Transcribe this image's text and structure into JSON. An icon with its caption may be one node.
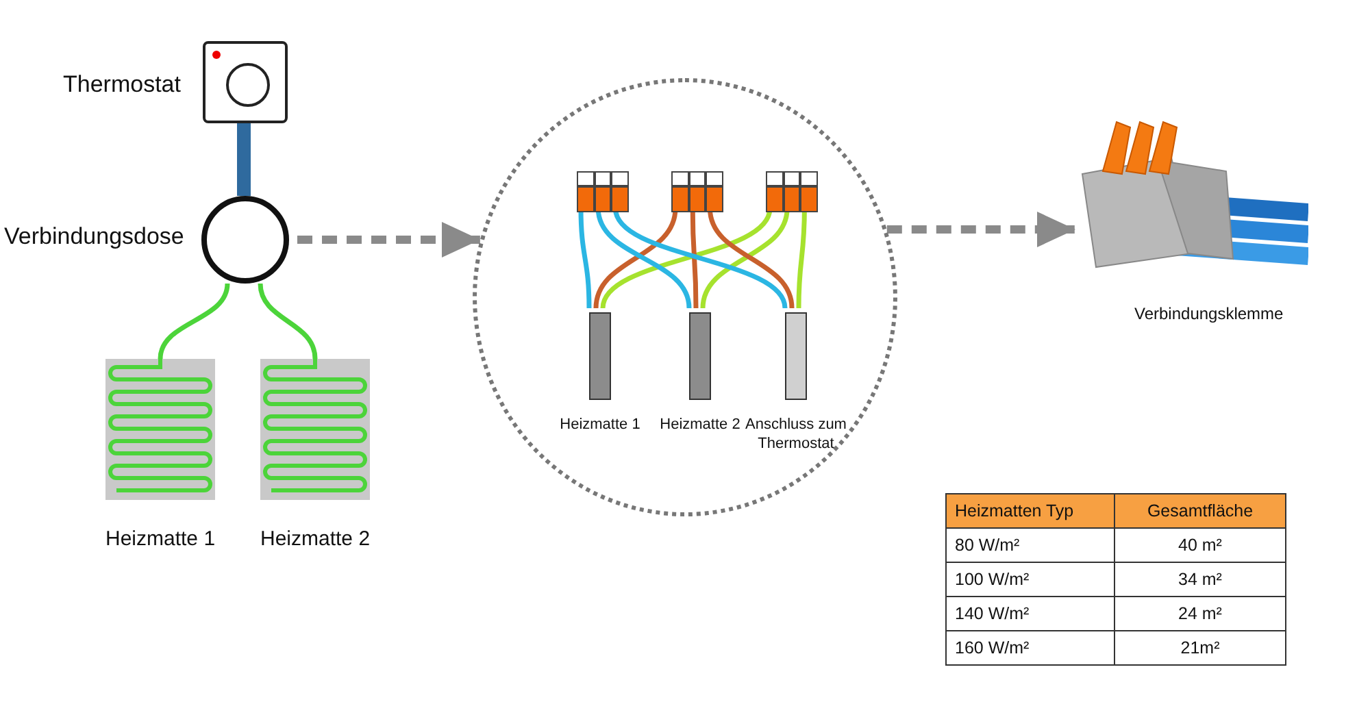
{
  "diagram": {
    "nodes": [
      {
        "text": [
          "Thermostat"
        ]
      },
      {
        "text": [
          "Verbindungsdose"
        ]
      },
      {
        "text": [
          "Heizmatte 1"
        ]
      },
      {
        "text": [
          "Heizmatte 2"
        ]
      },
      {
        "text": [],
        "shape": "circle"
      },
      {
        "text": [],
        "shape": "box",
        "in": 4
      },
      {
        "text": [],
        "shape": "box",
        "in": 4
      },
      {
        "text": [],
        "shape": "box",
        "in": 4
      },
      {
        "text": [
          "Heizmatte 1"
        ],
        "in": 4
      },
      {
        "text": [
          "Heizmatte 2"
        ],
        "in": 4
      },
      {
        "text": [
          "Anschluss zum Thermostat"
        ],
        "in": 4
      },
      {
        "text": [
          "Verbindungsklemme"
        ]
      }
    ],
    "edges": [
      {
        "from": 0,
        "to": 1,
        "arrow": "none",
        "style": "thick",
        "color": "#2f6a9e"
      },
      {
        "from": 1,
        "to": 2,
        "arrow": "none",
        "color": "#4cd43a"
      },
      {
        "from": 1,
        "to": 3,
        "arrow": "none",
        "color": "#4cd43a"
      },
      {
        "from": 1,
        "to": 4,
        "arrow": "to",
        "style": "dashed",
        "color": "#8a8a8a"
      },
      {
        "from": 4,
        "to": 11,
        "arrow": "to",
        "style": "dashed",
        "color": "#8a8a8a"
      },
      {
        "from": 8,
        "to": 5,
        "arrow": "none",
        "color": "#2bb6e3"
      },
      {
        "from": 8,
        "to": 6,
        "arrow": "none",
        "color": "#c8602c"
      },
      {
        "from": 8,
        "to": 7,
        "arrow": "none",
        "color": "#a6e22e"
      },
      {
        "from": 9,
        "to": 5,
        "arrow": "none",
        "color": "#2bb6e3"
      },
      {
        "from": 9,
        "to": 6,
        "arrow": "none",
        "color": "#c8602c"
      },
      {
        "from": 9,
        "to": 7,
        "arrow": "none",
        "color": "#a6e22e"
      },
      {
        "from": 10,
        "to": 5,
        "arrow": "none",
        "color": "#2bb6e3"
      },
      {
        "from": 10,
        "to": 6,
        "arrow": "none",
        "color": "#c8602c"
      },
      {
        "from": 10,
        "to": 7,
        "arrow": "none",
        "color": "#a6e22e"
      }
    ],
    "labels": [
      "Heizmatten Typ",
      "Gesamtfläche",
      "80 W/m²",
      "40 m²",
      "100 W/m²",
      "34 m²",
      "140 W/m²",
      "24 m²",
      "160 W/m²",
      "21m²"
    ]
  }
}
